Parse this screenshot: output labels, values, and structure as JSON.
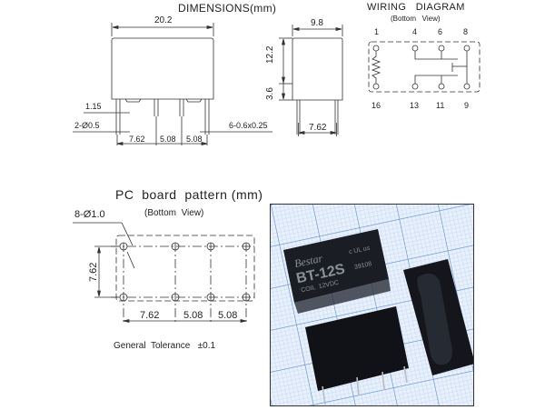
{
  "dimensions": {
    "title": "DIMENSIONS(mm)",
    "front_view": {
      "width_label": "20.2",
      "pin_thickness_label": "1.15",
      "round_pins_label": "2-Ø0.5",
      "flat_pins_label": "6-0.6x0.25",
      "pitch_labels": [
        "7.62",
        "5.08",
        "5.08"
      ]
    },
    "side_view": {
      "width_label": "9.8",
      "height_label": "12.2",
      "pin_length_label": "3.6",
      "pin_pitch_label": "7.62"
    }
  },
  "wiring": {
    "title": "WIRING   DIAGRAM",
    "subtitle": "(Bottom   View)",
    "top_pins": [
      "1",
      "4",
      "6",
      "8"
    ],
    "bottom_pins": [
      "16",
      "13",
      "11",
      "9"
    ]
  },
  "pcb": {
    "title": "PC  board  pattern (mm)",
    "subtitle": "(Bottom  View)",
    "hole_label": "8-Ø1.0",
    "row_spacing_label": "7.62",
    "pitch_labels": [
      "7.62",
      "5.08",
      "5.08"
    ],
    "tolerance": "General  Tolerance   ±0.1"
  },
  "photo": {
    "brand": "Bestar",
    "model": "BT-12S",
    "coil": "COIL  12VDC",
    "cert": "c UL us",
    "code": "39108",
    "grid_color": "#5b8fd9",
    "background_color": "#e8f0fb"
  }
}
